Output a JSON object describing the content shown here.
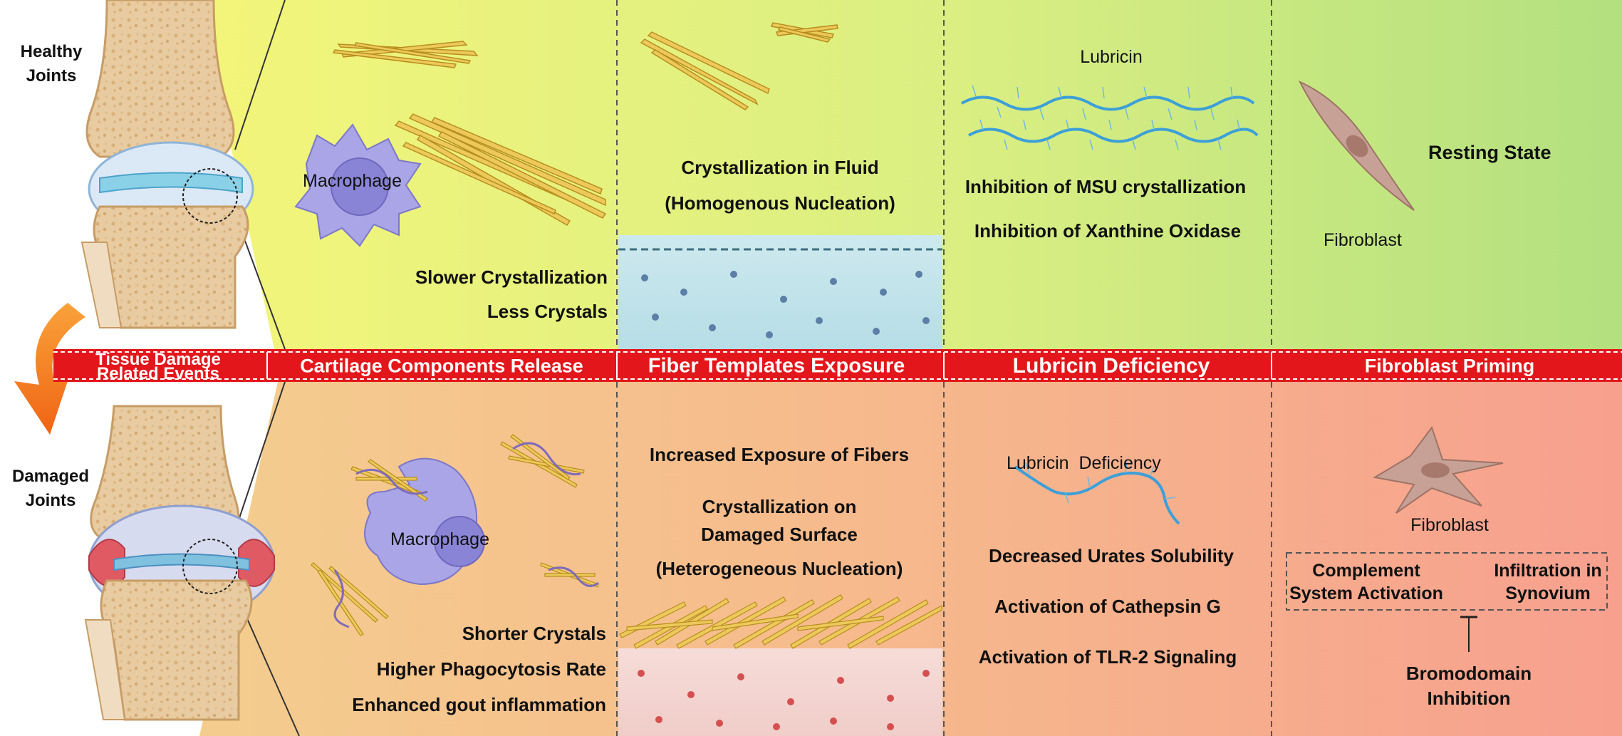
{
  "side_labels": {
    "healthy_line1": "Healthy",
    "healthy_line2": "Joints",
    "damaged_line1": "Damaged",
    "damaged_line2": "Joints"
  },
  "band": {
    "left_line1": "Tissue Damage",
    "left_line2": "Related Events",
    "columns": [
      "Cartilage Components Release",
      "Fiber Templates Exposure",
      "Lubricin Deficiency",
      "Fibroblast Priming"
    ]
  },
  "top": {
    "col1": {
      "macrophage": "Macrophage",
      "line1": "Slower Crystallization",
      "line2": "Less Crystals"
    },
    "col2": {
      "line1": "Crystallization in Fluid",
      "line2": "(Homogenous Nucleation)"
    },
    "col3": {
      "lubricin": "Lubricin",
      "line1": "Inhibition of MSU crystallization",
      "line2": "Inhibition of Xanthine Oxidase"
    },
    "col4": {
      "state": "Resting State",
      "fibroblast": "Fibroblast"
    }
  },
  "bottom": {
    "col1": {
      "macrophage": "Macrophage",
      "line1": "Shorter Crystals",
      "line2": "Higher Phagocytosis Rate",
      "line3": "Enhanced gout inflammation"
    },
    "col2": {
      "line1": "Increased Exposure of Fibers",
      "line2": "Crystallization on",
      "line3": "Damaged Surface",
      "line4": "(Heterogeneous Nucleation)"
    },
    "col3": {
      "deficiency": "Lubricin  Deficiency",
      "line1": "Decreased Urates Solubility",
      "line2": "Activation of Cathepsin G",
      "line3": "Activation of TLR-2 Signaling"
    },
    "col4": {
      "fibroblast": "Fibroblast",
      "box_left_line1": "Complement",
      "box_left_line2": "System Activation",
      "box_right_line1": "Infiltration in",
      "box_right_line2": "Synovium",
      "inhibitor_line1": "Bromodomain",
      "inhibitor_line2": "Inhibition"
    }
  },
  "colors": {
    "band_red": "#e3161b",
    "top_left": "#f1f37c",
    "top_right": "#b5e27e",
    "bottom_left": "#f3c98d",
    "bottom_right": "#f6a28d",
    "crystal": "#e9c64f",
    "lubricin": "#3d9fd8",
    "macrophage": "#a8a4e4",
    "fibroblast": "#c29a8c",
    "arrow_orange": "#f47e1d"
  }
}
